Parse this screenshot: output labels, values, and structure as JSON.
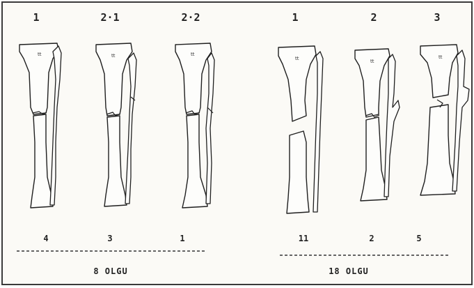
{
  "top_labels": [
    "1",
    "2·1",
    "2·2",
    "1",
    "2",
    "3"
  ],
  "count_labels": [
    "4",
    "3",
    "1",
    "11",
    "2",
    "5"
  ],
  "groups": [
    {
      "label": "8 OLGU"
    },
    {
      "label": "18 OLGU"
    }
  ]
}
